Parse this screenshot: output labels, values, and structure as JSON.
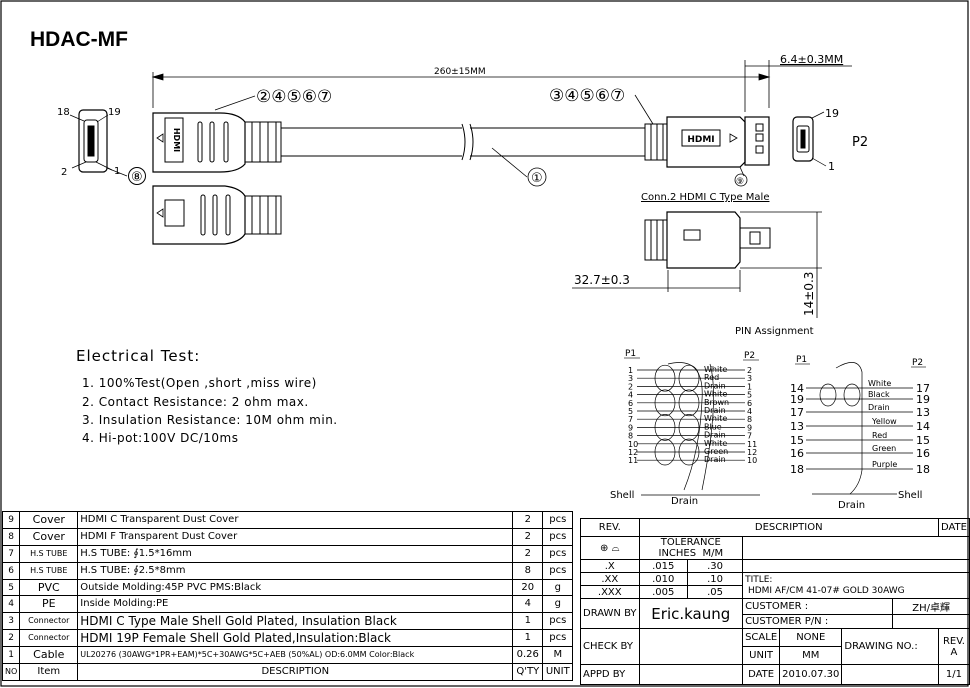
{
  "title": "HDAC-MF",
  "dims": {
    "length": "260±15MM",
    "width": "6.4±0.3MM",
    "depth": "32.7±0.3",
    "height": "14±0.3"
  },
  "callouts": {
    "left_group": "②④⑤⑥⑦",
    "right_group": "③④⑤⑥⑦",
    "cable": "①",
    "dust_cover_f": "⑧",
    "dust_cover_c": "⑨"
  },
  "pins": {
    "p19": "19",
    "p18": "18",
    "p2": "2",
    "p1": "1"
  },
  "connector_labels": {
    "p2": "P2",
    "conn2": "Conn.2  HDMI  C  Type  Male",
    "pin_assignment": "PIN Assignment",
    "logo": "HDMI"
  },
  "electrical_test": {
    "heading": "Electrical  Test:",
    "items": [
      "1. 100%Test(Open ,short ,miss wire)",
      "2. Contact Resistance: 2 ohm max.",
      "3. Insulation Resistance: 10M ohm min.",
      "4. Hi-pot:100V DC/10ms"
    ]
  },
  "wiring_left": {
    "p1": "P1",
    "p2": "P2",
    "shell": "Shell",
    "drain": "Drain",
    "p1_pins": [
      "1",
      "3",
      "2",
      "4",
      "6",
      "5",
      "7",
      "9",
      "8",
      "10",
      "12",
      "11"
    ],
    "p2_pins": [
      "2",
      "3",
      "1",
      "5",
      "6",
      "4",
      "8",
      "9",
      "7",
      "11",
      "12",
      "10"
    ],
    "colors": [
      "White",
      "Red",
      "Drain",
      "White",
      "Brown",
      "Drain",
      "White",
      "Blue",
      "Drain",
      "White",
      "Green",
      "Drain"
    ]
  },
  "wiring_right": {
    "p1": "P1",
    "p2": "P2",
    "shell": "Shell",
    "drain": "Drain",
    "p1_pins": [
      "14",
      "19",
      "17",
      "13",
      "15",
      "16",
      "18"
    ],
    "p2_pins": [
      "17",
      "19",
      "13",
      "14",
      "15",
      "16",
      "18"
    ],
    "colors": [
      "White",
      "Black",
      "Drain",
      "Yellow",
      "Red",
      "Green",
      "Purple"
    ]
  },
  "bom": [
    {
      "no": "9",
      "item": "Cover",
      "desc": "HDMI C Transparent Dust Cover",
      "qty": "2",
      "unit": "pcs"
    },
    {
      "no": "8",
      "item": "Cover",
      "desc": "HDMI F Transparent Dust Cover",
      "qty": "2",
      "unit": "pcs"
    },
    {
      "no": "7",
      "item": "H.S TUBE",
      "desc": "H.S TUBE: ∮1.5*16mm",
      "qty": "2",
      "unit": "pcs"
    },
    {
      "no": "6",
      "item": "H.S TUBE",
      "desc": "H.S TUBE: ∮2.5*8mm",
      "qty": "8",
      "unit": "pcs"
    },
    {
      "no": "5",
      "item": "PVC",
      "desc": "Outside Molding:45P PVC PMS:Black",
      "qty": "20",
      "unit": "g"
    },
    {
      "no": "4",
      "item": "PE",
      "desc": "Inside Molding:PE",
      "qty": "4",
      "unit": "g"
    },
    {
      "no": "3",
      "item": "Connector",
      "desc": "HDMI C Type Male Shell Gold Plated, Insulation Black",
      "qty": "1",
      "unit": "pcs"
    },
    {
      "no": "2",
      "item": "Connector",
      "desc": "HDMI 19P Female Shell Gold Plated,Insulation:Black",
      "qty": "1",
      "unit": "pcs"
    },
    {
      "no": "1",
      "item": "Cable",
      "desc": "UL20276 (30AWG*1PR+EAM)*5C+30AWG*5C+AEB (50%AL) OD:6.0MM  Color:Black",
      "qty": "0.26",
      "unit": "M"
    }
  ],
  "bom_header": {
    "no": "NO",
    "item": "Item",
    "desc": "DESCRIPTION",
    "qty": "Q'TY",
    "unit": "UNIT"
  },
  "title_block": {
    "rev": "REV.",
    "description": "DESCRIPTION",
    "date": "DATE",
    "tolerance": "TOLERANCE",
    "inches": "INCHES",
    "mm": "M/M",
    "tol_rows": [
      [
        ".X",
        ".015",
        ".30"
      ],
      [
        ".XX",
        ".010",
        ".10"
      ],
      [
        ".XXX",
        ".005",
        ".05"
      ]
    ],
    "title_label": "TITLE:",
    "title_value": "HDMI AF/CM 41-07#  GOLD 30AWG",
    "drawn_by": "DRAWN BY",
    "drawn_name": "Eric.kaung",
    "customer": "CUSTOMER :",
    "customer_value": "ZH/卓輝",
    "customer_pn": "CUSTOMER P/N :",
    "check_by": "CHECK BY",
    "scale": "SCALE",
    "scale_value": "NONE",
    "drawing_no": "DRAWING NO.:",
    "rev_label": "REV.",
    "rev_value": "A",
    "unit": "UNIT",
    "unit_value": "MM",
    "appd_by": "APPD BY",
    "date_label": "DATE",
    "date_value": "2010.07.30",
    "sheet": "1/1"
  }
}
